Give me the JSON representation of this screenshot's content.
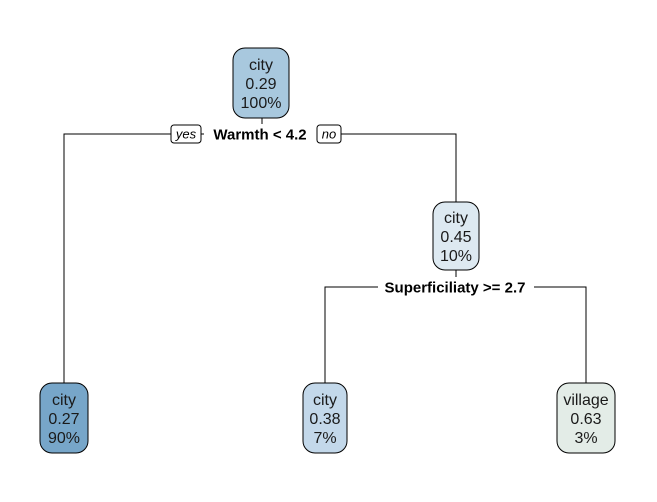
{
  "tree": {
    "nodes": {
      "root": {
        "class": "city",
        "value": "0.29",
        "percent": "100%",
        "fill": "#a8c8de"
      },
      "left": {
        "class": "city",
        "value": "0.27",
        "percent": "90%",
        "fill": "#77a6c9"
      },
      "right": {
        "class": "city",
        "value": "0.45",
        "percent": "10%",
        "fill": "#dde9f1"
      },
      "rleft": {
        "class": "city",
        "value": "0.38",
        "percent": "7%",
        "fill": "#c3d8ea"
      },
      "rright": {
        "class": "village",
        "value": "0.63",
        "percent": "3%",
        "fill": "#e3ece7"
      }
    },
    "splits": {
      "root": {
        "label": "Warmth < 4.2",
        "yes_label": "yes",
        "no_label": "no"
      },
      "right": {
        "label": "Superficiliaty >= 2.7"
      }
    }
  }
}
